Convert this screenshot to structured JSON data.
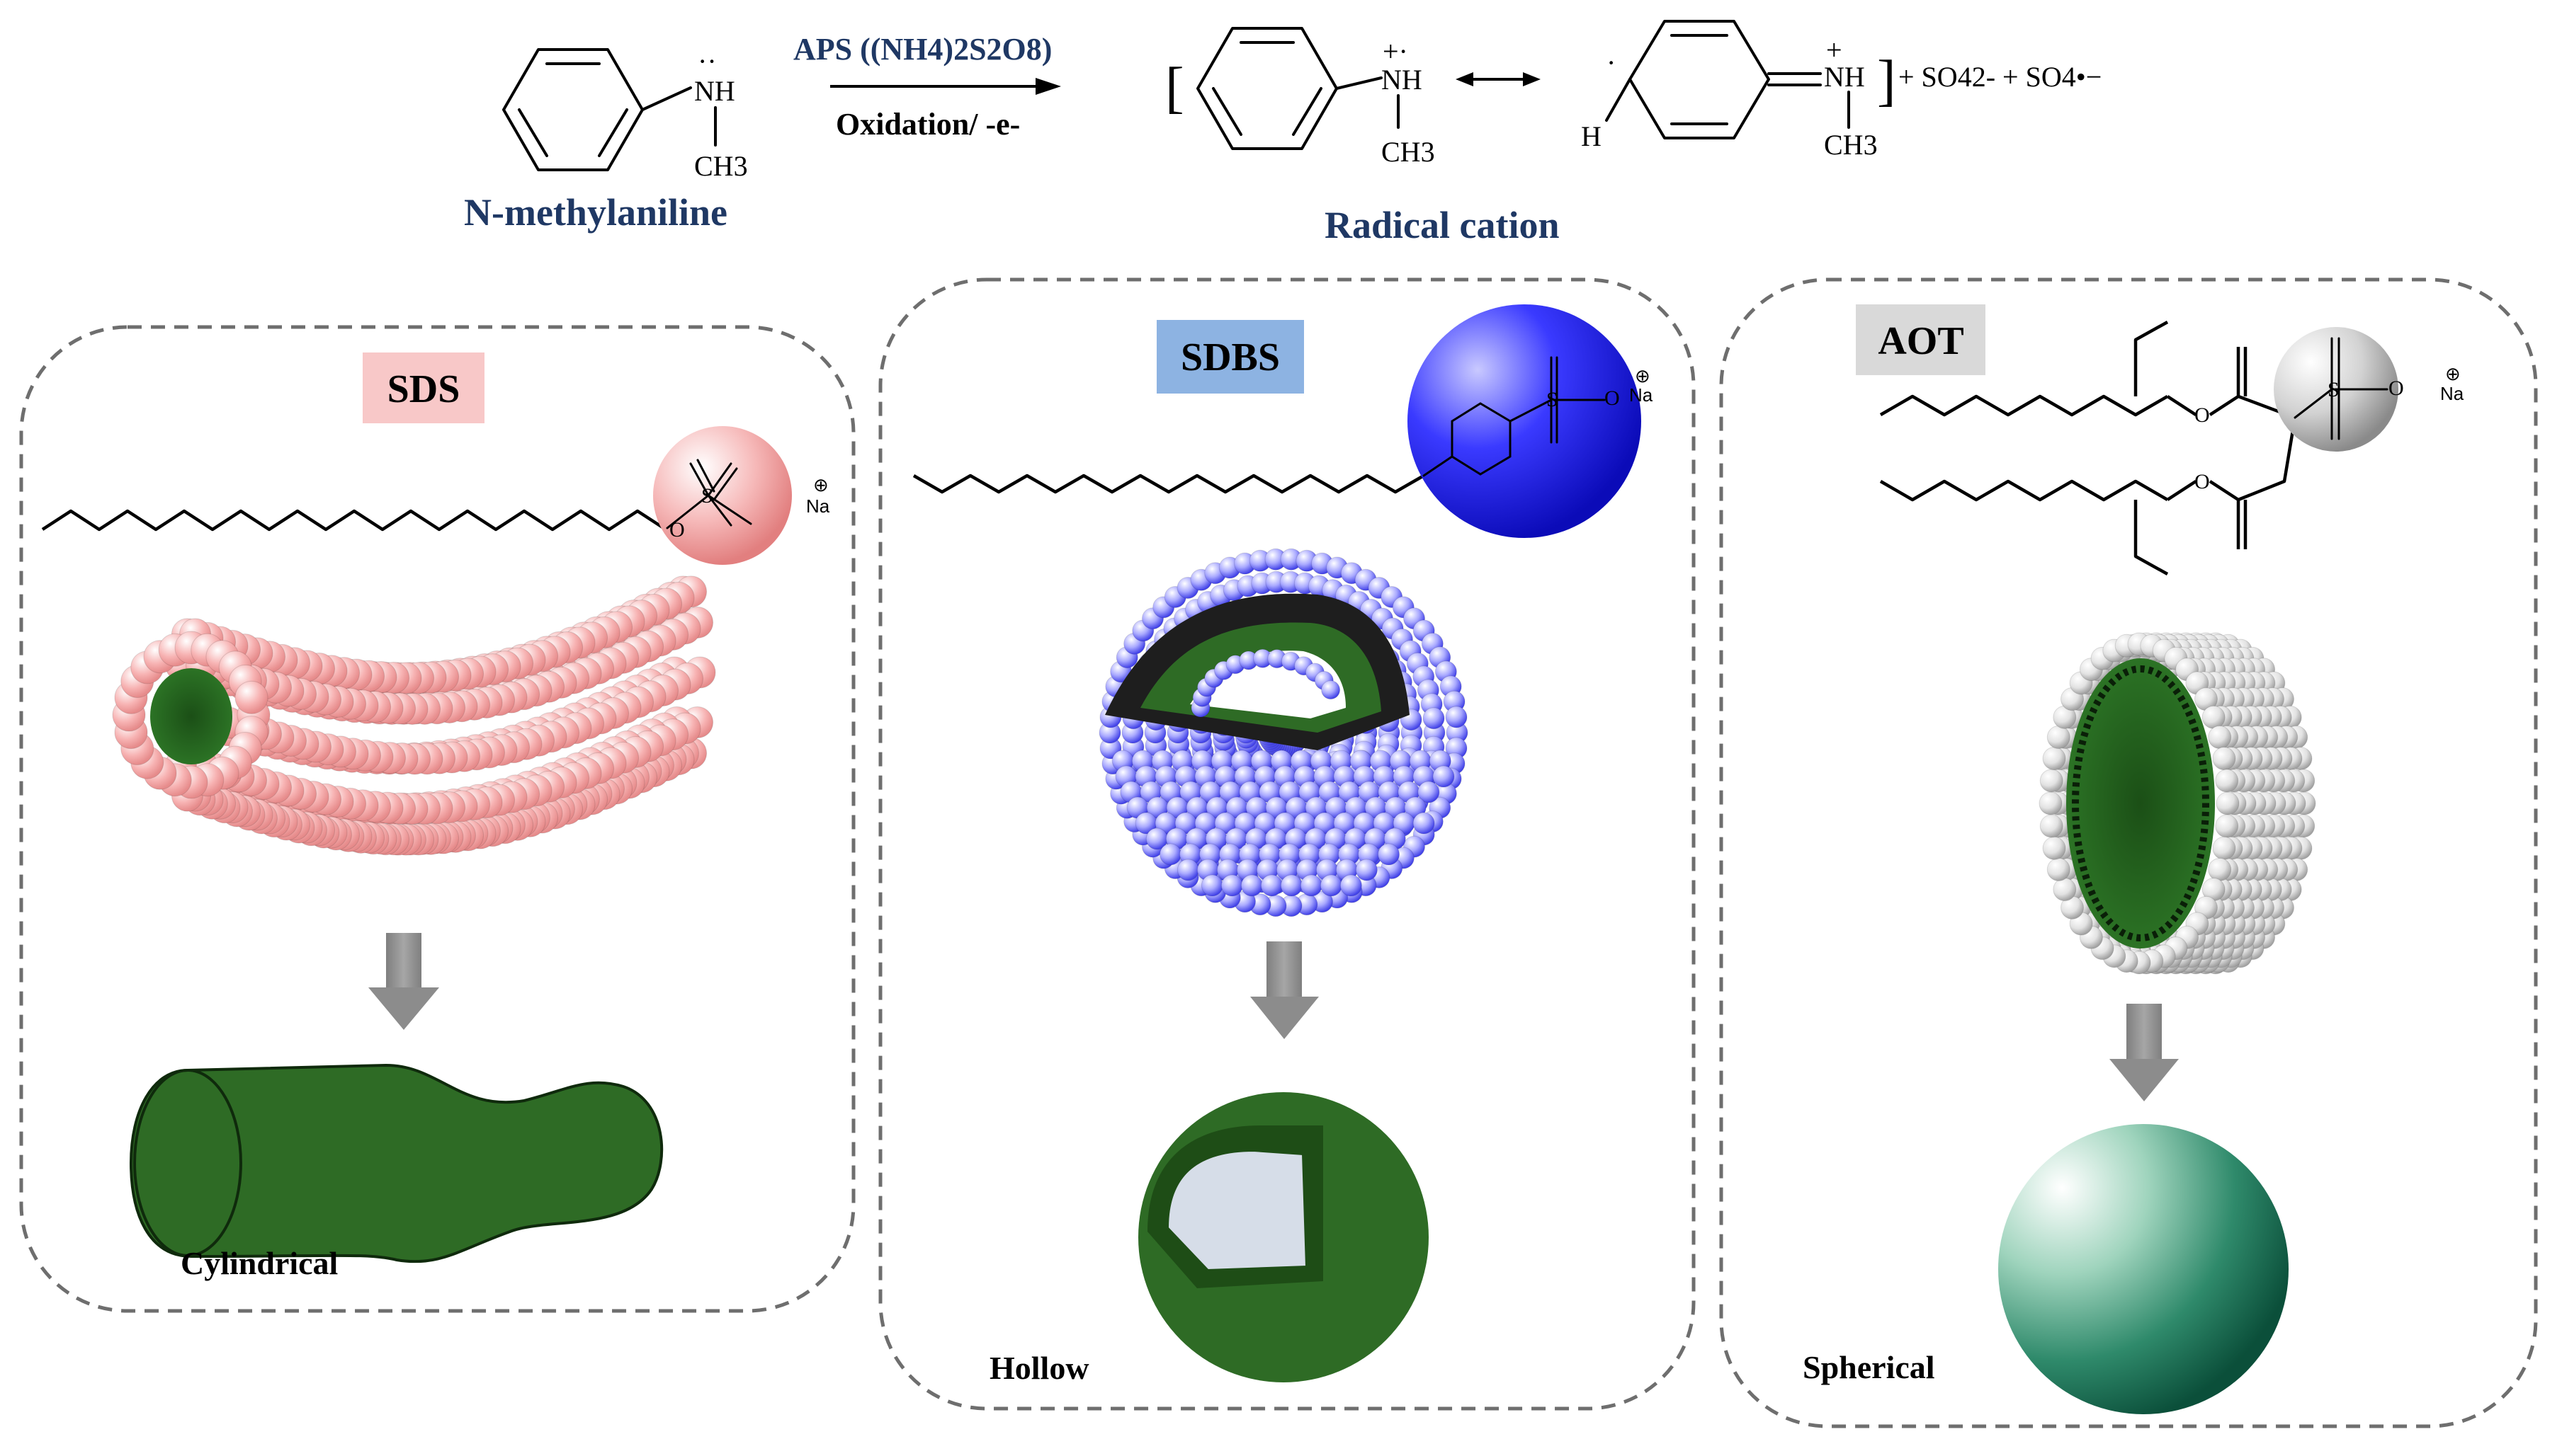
{
  "reaction": {
    "reactant_name": "N-methylaniline",
    "product_name": "Radical cation",
    "reagent_line": "APS ((NH4)2S2O8)",
    "condition_line": "Oxidation/ -e-",
    "atom_nh": "NH",
    "atom_ch3": "CH3",
    "atom_h": "H",
    "byproducts": "+ SO42- + SO4•−"
  },
  "panels": [
    {
      "surfactant": "SDS",
      "badge_color": "#f8c8c8",
      "sphere_color": "#f29a9a",
      "morphology": "Cylindrical"
    },
    {
      "surfactant": "SDBS",
      "badge_color": "#8db3e2",
      "sphere_color": "#2f2fff",
      "morphology": "Hollow"
    },
    {
      "surfactant": "AOT",
      "badge_color": "#d9d9d9",
      "sphere_color": "#bfbfbf",
      "morphology": "Spherical"
    }
  ],
  "atoms": {
    "sulfur": "S",
    "oxygen": "O",
    "sodium": "Na"
  },
  "colors": {
    "polymer_green": "#2e6b25",
    "dark_green": "#1e4d16",
    "arrow_gray": "#8c8c8c",
    "frame_gray": "#6e6e6e",
    "title_blue": "#1f3864"
  }
}
